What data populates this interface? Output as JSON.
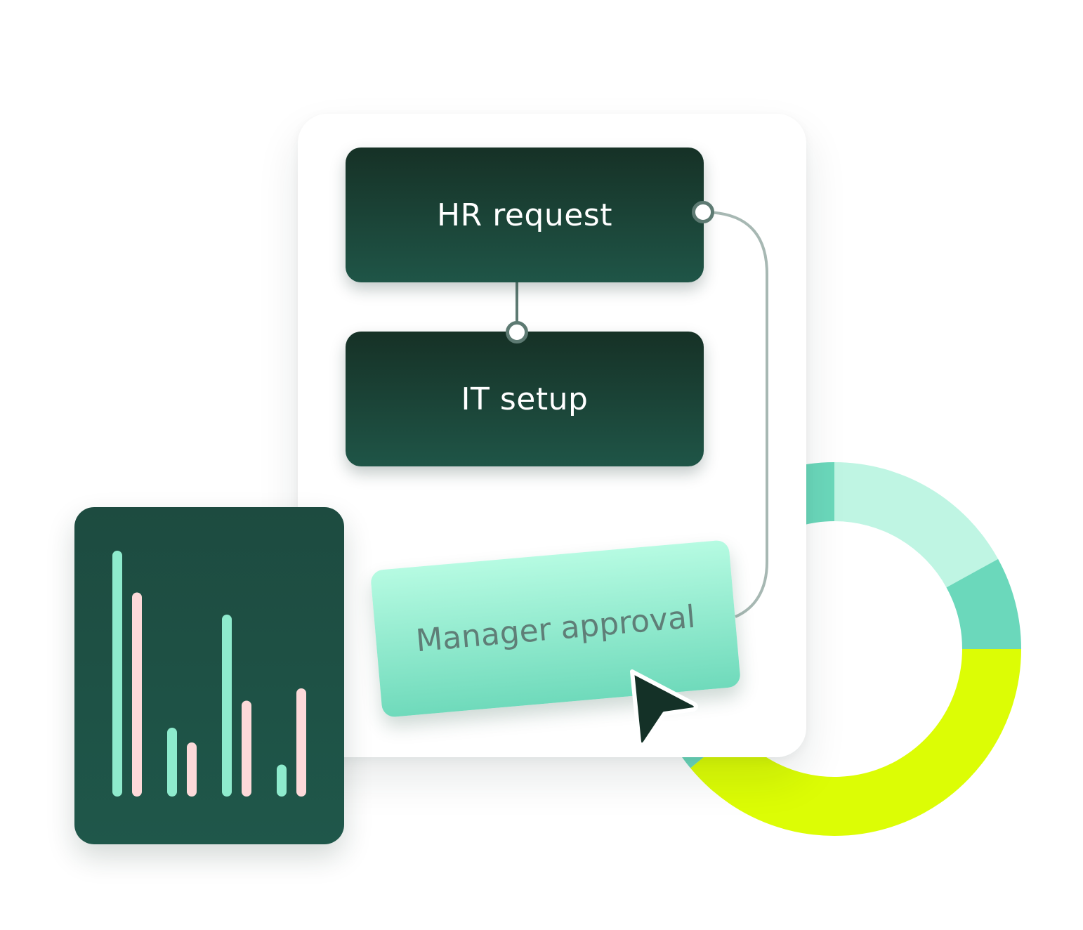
{
  "workflow": {
    "steps": [
      {
        "label": "HR request"
      },
      {
        "label": "IT setup"
      }
    ],
    "approval": {
      "label": "Manager approval"
    }
  },
  "colors": {
    "node_dark": "#163126",
    "node_mid": "#1f5547",
    "approval_light": "#b6fbe2",
    "approval_mid": "#6fdabb",
    "donut_pale": "#bff5e3",
    "donut_mint": "#6bd8bb",
    "donut_lime": "#dcfd05",
    "bar_mint": "#8eebcd",
    "bar_pink": "#fdd9d9",
    "panel_dark": "#1d4b40"
  },
  "icons": {
    "cursor": "mouse-pointer-icon"
  },
  "chart_data": [
    {
      "type": "bar",
      "categories": [
        "",
        "",
        "",
        ""
      ],
      "series": [
        {
          "values": [
            100,
            28,
            74,
            13
          ]
        },
        {
          "values": [
            83,
            22,
            39,
            44
          ]
        }
      ],
      "ylim": [
        0,
        100
      ],
      "grid": false
    },
    {
      "type": "pie",
      "style": "donut",
      "segments": [
        {
          "value": 17,
          "color": "#bff5e3"
        },
        {
          "value": 8,
          "color": "#6bd8bb"
        },
        {
          "value": 39,
          "color": "#dcfd05"
        },
        {
          "value": 36,
          "color": "#6bd8bb"
        }
      ],
      "start_angle_deg": 0
    }
  ]
}
